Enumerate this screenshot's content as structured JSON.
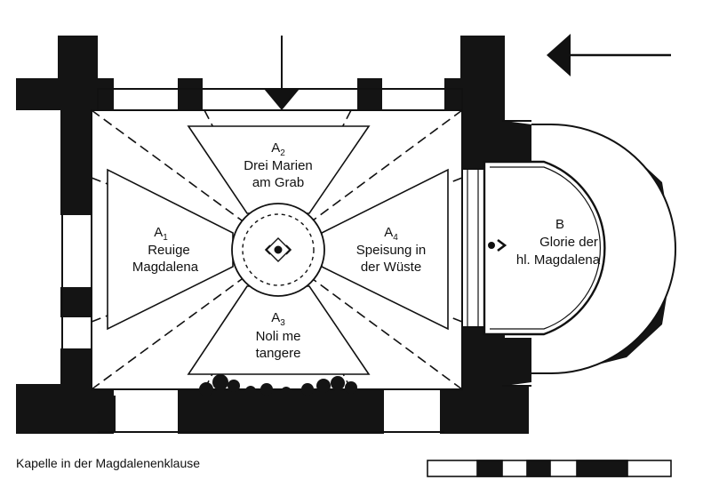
{
  "caption": "Kapelle in der Magdalenenklause",
  "fields": {
    "a2": {
      "letter": "A",
      "index": "2",
      "lines": [
        "Drei Marien",
        "am Grab"
      ]
    },
    "a1": {
      "letter": "A",
      "index": "1",
      "lines": [
        "Reuige",
        "Magdalena"
      ]
    },
    "a4": {
      "letter": "A",
      "index": "4",
      "lines": [
        "Speisung in",
        "der Wüste"
      ]
    },
    "a3": {
      "letter": "A",
      "index": "3",
      "lines": [
        "Noli me",
        "tangere"
      ]
    },
    "b": {
      "letter": "B",
      "lines": [
        "Glorie der",
        "hl. Magdalena"
      ]
    }
  },
  "icons": {
    "entrance": "arrow-left-icon",
    "apse_marker": "chevron-right-icon"
  },
  "colors": {
    "ink": "#111111",
    "wall": "#141414",
    "paper": "#ffffff"
  }
}
